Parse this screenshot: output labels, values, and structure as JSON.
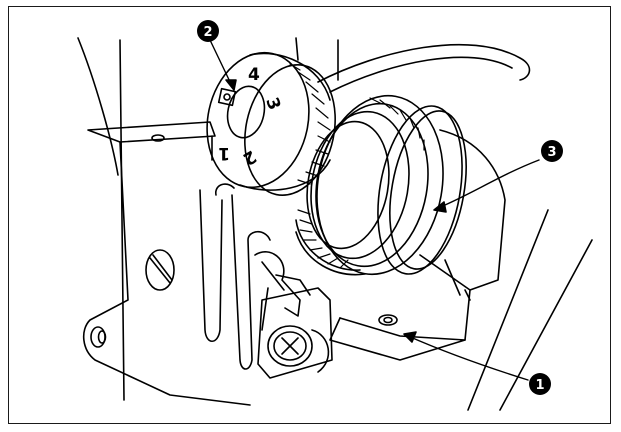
{
  "colors": {
    "ink": "#000000",
    "paper": "#ffffff"
  },
  "callouts": [
    {
      "id": "callout-1",
      "text": "1"
    },
    {
      "id": "callout-2",
      "text": "2"
    },
    {
      "id": "callout-3",
      "text": "3"
    }
  ],
  "dial": {
    "numbers": [
      "4",
      "3",
      "2",
      "1"
    ]
  }
}
